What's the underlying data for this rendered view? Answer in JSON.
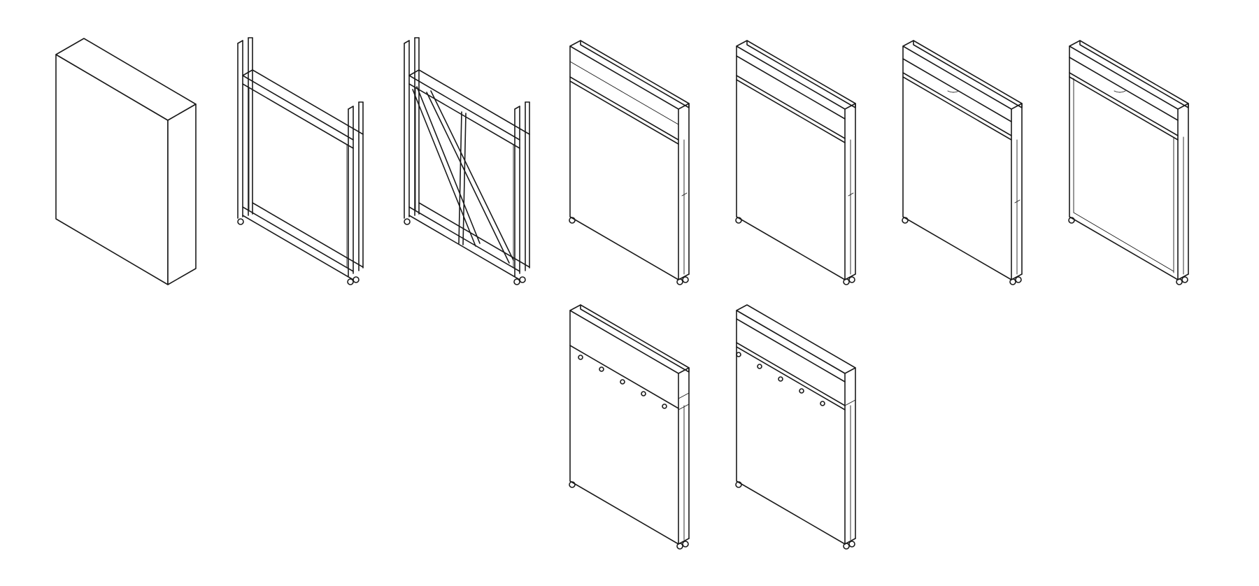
{
  "diagram": {
    "style": "isometric line drawing",
    "background_color": "#ffffff",
    "line_color": "#1a1a1a",
    "items": [
      {
        "id": "block",
        "kind": "solid block"
      },
      {
        "id": "frame",
        "kind": "open frame on casters"
      },
      {
        "id": "frame-braced",
        "kind": "frame with diagonal bracing"
      },
      {
        "id": "panel-a",
        "kind": "panel unit with top rail"
      },
      {
        "id": "panel-b",
        "kind": "panel unit with double top rail"
      },
      {
        "id": "panel-c",
        "kind": "panel unit with shelf and handle slot"
      },
      {
        "id": "panel-d",
        "kind": "panel unit with framed top shelf"
      },
      {
        "id": "hooks-a",
        "kind": "panel unit with hook rail (5 hooks)",
        "hook_count": 5
      },
      {
        "id": "hooks-b",
        "kind": "panel unit with hook rail and top shelf (5 hooks)",
        "hook_count": 5
      }
    ]
  }
}
